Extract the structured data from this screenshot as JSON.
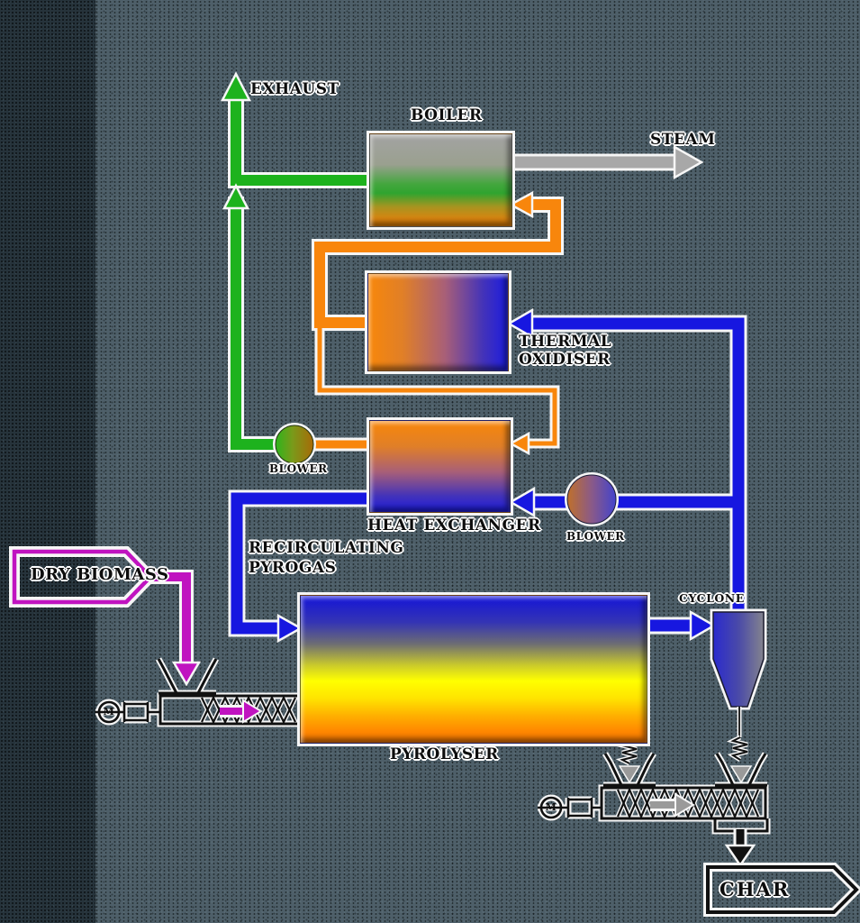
{
  "diagram": {
    "title_hint": "biomass pyrolysis process flow diagram",
    "background": {
      "base_color": "#4e5f69",
      "left_stripe_color": "#26333b"
    },
    "labels": {
      "exhaust": "EXHAUST",
      "boiler": "BOILER",
      "steam": "STEAM",
      "thermal_oxidiser_1": "THERMAL",
      "thermal_oxidiser_2": "OXIDISER",
      "heat_exchanger": "HEAT EXCHANGER",
      "blower_left": "BLOWER",
      "blower_right": "BLOWER",
      "recirculating_1": "RECIRCULATING",
      "recirculating_2": "PYROGAS",
      "dry_biomass": "DRY BIOMASS",
      "cyclone": "CYCLONE",
      "pyrolyser": "PYROLYSER",
      "char": "CHAR",
      "motor": "M"
    },
    "stream_colors": {
      "exhaust_green": "#1db21d",
      "flue_orange": "#f8860c",
      "pyrogas_blue": "#1717e0",
      "steam_gray": "#a8a8a8",
      "biomass_magenta": "#c013c0",
      "char_black": "#111111"
    },
    "flows": [
      {
        "from": "boiler",
        "to": "exhaust",
        "color": "green"
      },
      {
        "from": "boiler",
        "to": "steam",
        "color": "gray"
      },
      {
        "from": "thermal-oxidiser",
        "to": "boiler",
        "color": "orange"
      },
      {
        "from": "thermal-oxidiser",
        "to": "heat-exchanger",
        "color": "orange"
      },
      {
        "from": "blower-left",
        "to": "heat-exchanger",
        "color": "orange"
      },
      {
        "from": "pyrolyser",
        "to": "cyclone",
        "color": "blue"
      },
      {
        "from": "cyclone",
        "to": "thermal-oxidiser",
        "color": "blue"
      },
      {
        "from": "cyclone",
        "to": "heat-exchanger",
        "color": "blue",
        "via": "blower-right"
      },
      {
        "from": "heat-exchanger",
        "to": "pyrolyser",
        "color": "blue",
        "label": "RECIRCULATING PYROGAS"
      },
      {
        "from": "dry-biomass",
        "to": "feed-screw-conveyor",
        "color": "magenta"
      },
      {
        "from": "pyrolyser",
        "to": "char-screw-conveyor"
      },
      {
        "from": "cyclone",
        "to": "char-screw-conveyor"
      },
      {
        "from": "char-screw-conveyor",
        "to": "char"
      }
    ]
  }
}
